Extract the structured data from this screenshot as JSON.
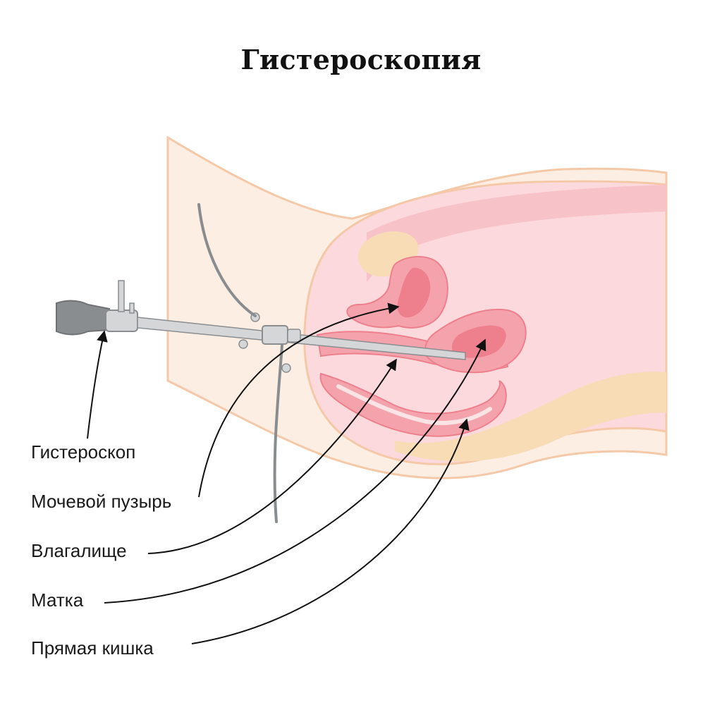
{
  "title": "Гистероскопия",
  "labels": [
    {
      "key": "hysteroscope",
      "text": "Гистероскоп"
    },
    {
      "key": "bladder",
      "text": "Мочевой пузырь"
    },
    {
      "key": "vagina",
      "text": "Влагалище"
    },
    {
      "key": "uterus",
      "text": "Матка"
    },
    {
      "key": "rectum",
      "text": "Прямая кишка"
    }
  ],
  "colors": {
    "skin": "#fdeee3",
    "skin_outline": "#f5c8a8",
    "pelvis": "#fbd9dd",
    "organ": "#f4a3ad",
    "organ_dark": "#ee7f8c",
    "organ_light": "#fbe3e6",
    "fat": "#f7dcb6",
    "instrument": "#8a8d90",
    "instrument_light": "#d4d6d8",
    "text": "#1a1a1a"
  }
}
